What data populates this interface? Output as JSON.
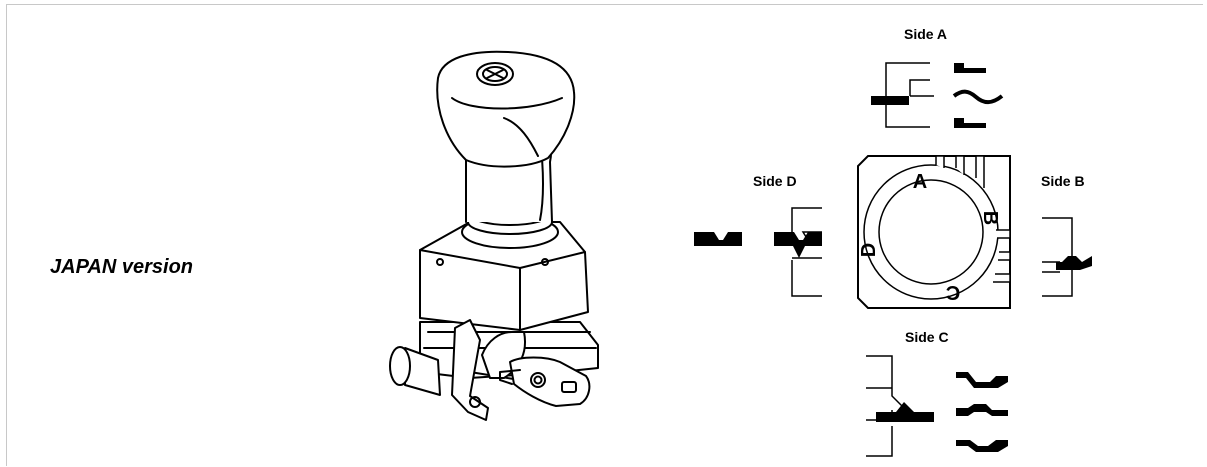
{
  "version_label": "JAPAN version",
  "sides": {
    "a": "Side A",
    "b": "Side B",
    "c": "Side C",
    "d": "Side D"
  },
  "dial_letters": {
    "a": "A",
    "b": "B",
    "c": "C",
    "d": "D"
  },
  "colors": {
    "ink": "#000000",
    "frame": "#c8c8c8",
    "background": "#ffffff"
  }
}
